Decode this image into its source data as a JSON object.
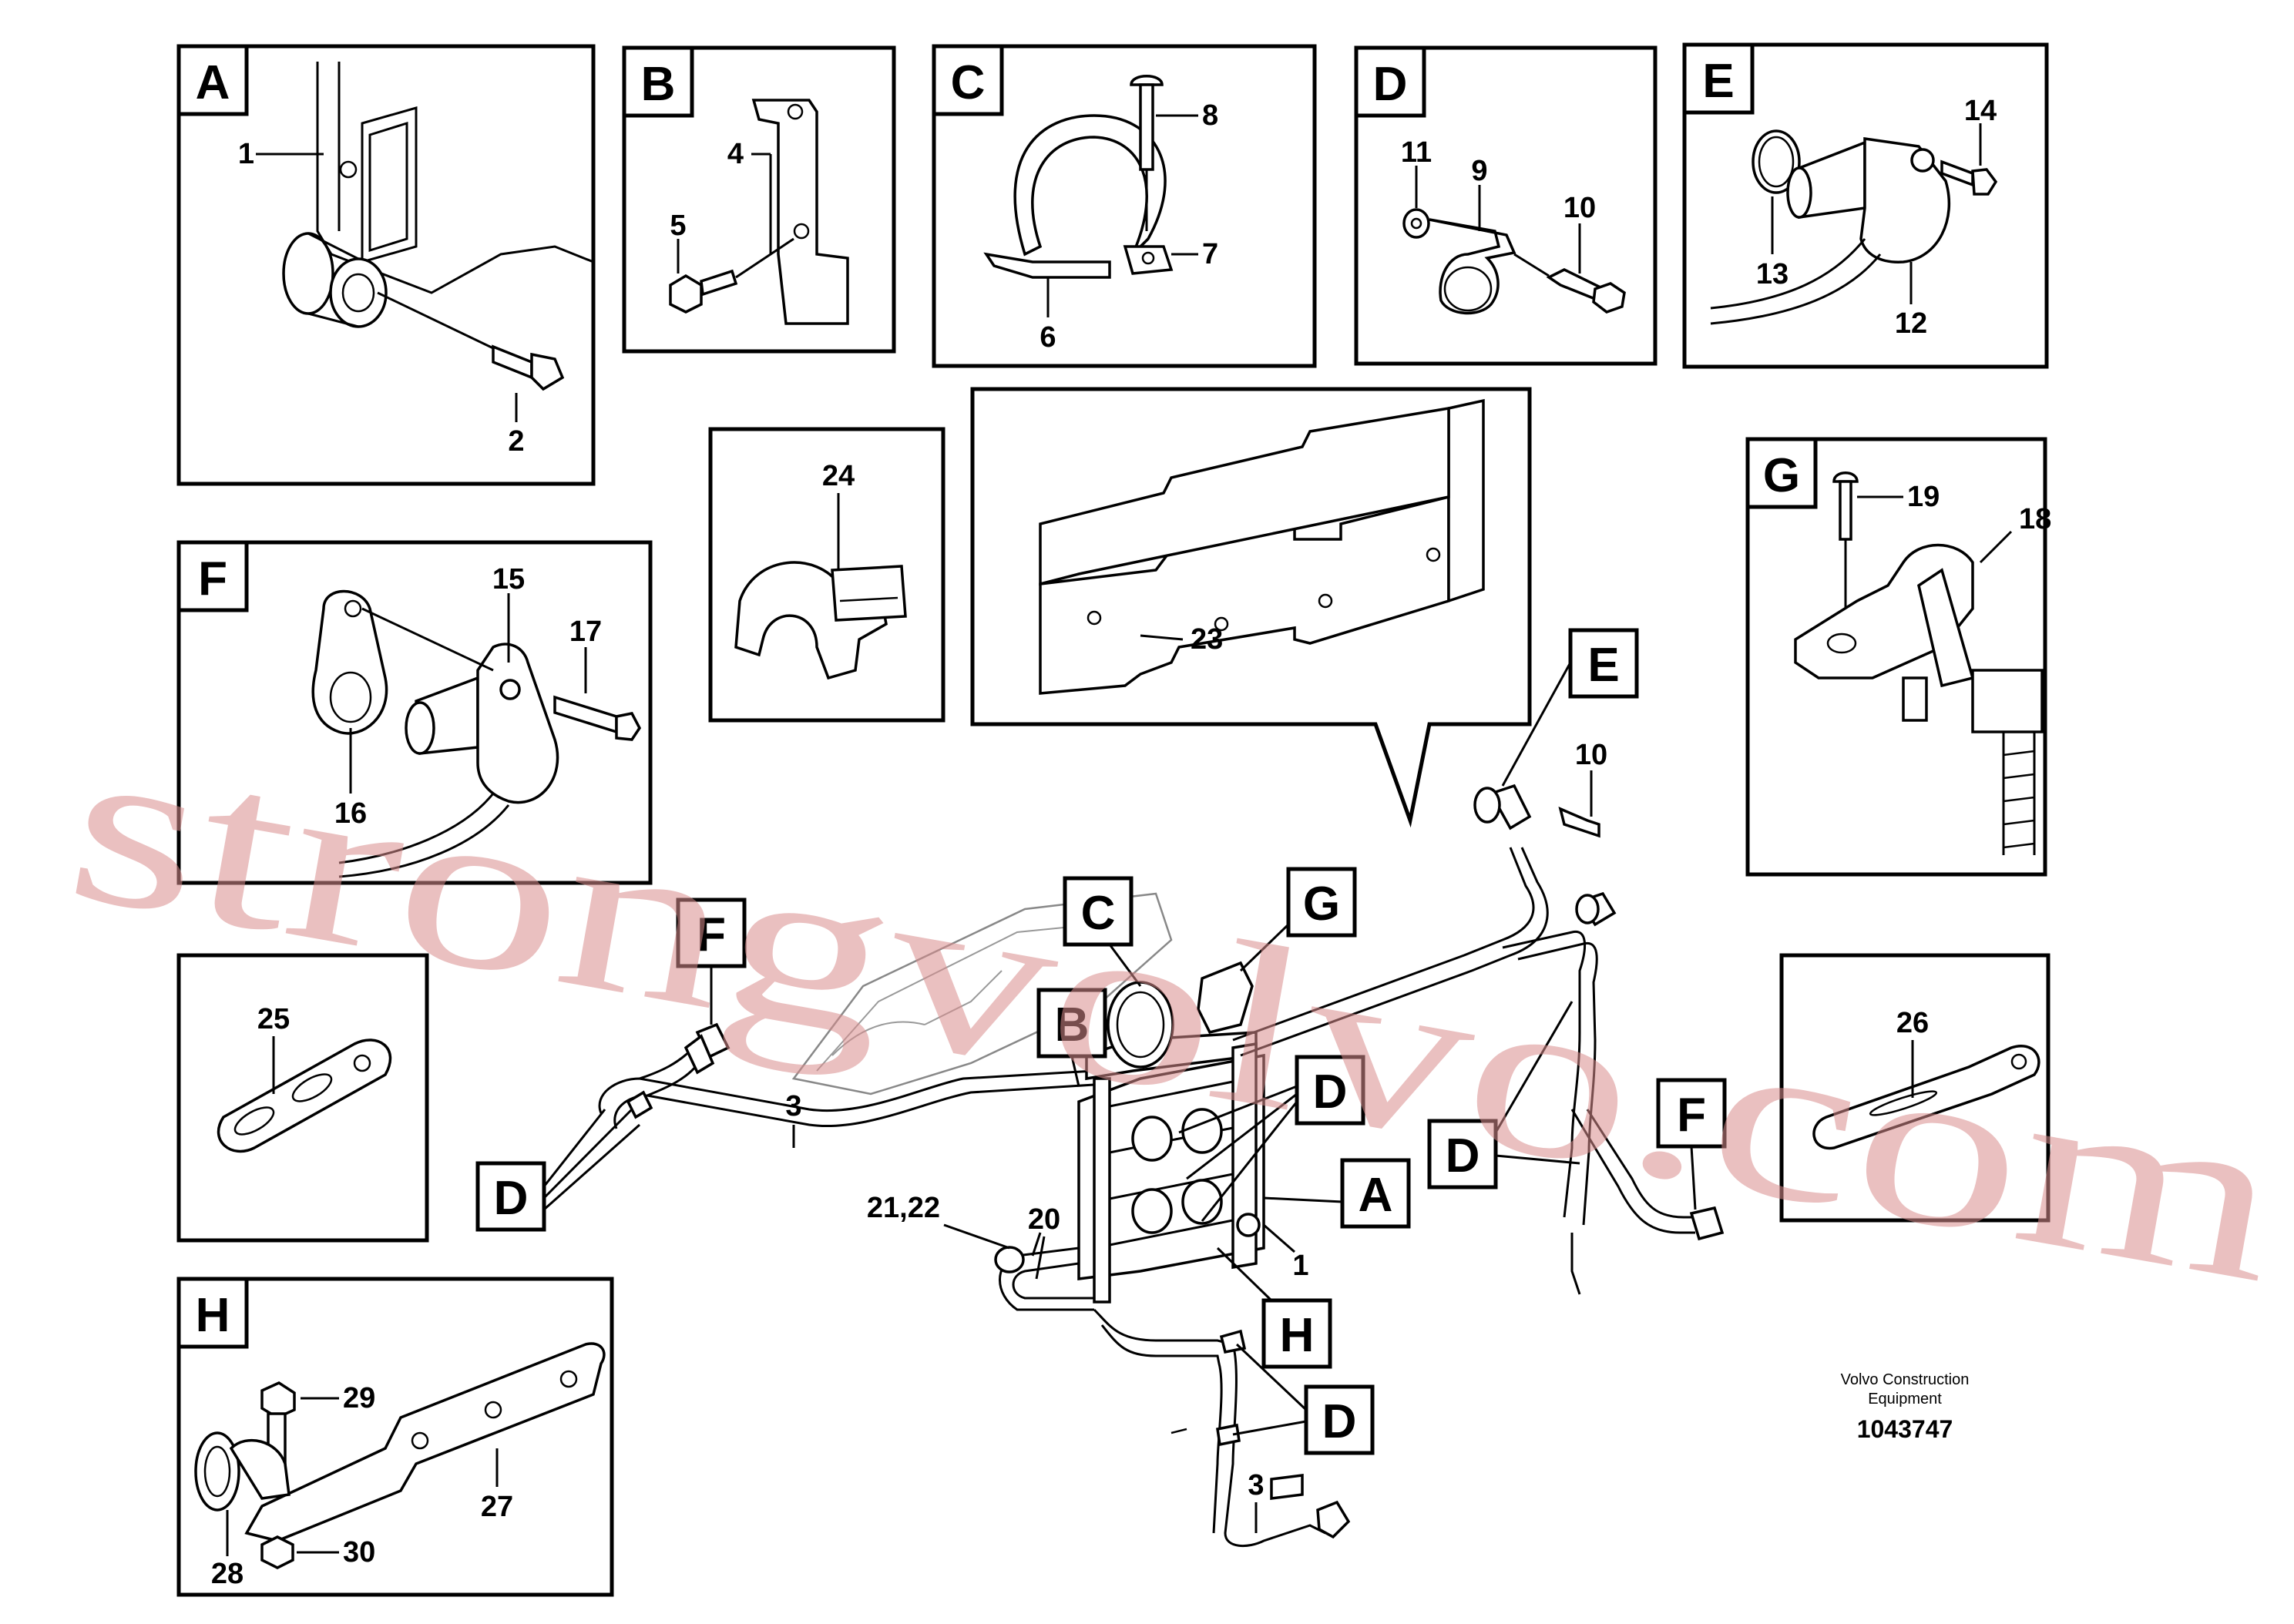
{
  "panels": {
    "A": {
      "letter": "A",
      "labels": {
        "p1": "1",
        "p2": "2"
      }
    },
    "B": {
      "letter": "B",
      "labels": {
        "p4": "4",
        "p5": "5"
      }
    },
    "C": {
      "letter": "C",
      "labels": {
        "p8": "8",
        "p7": "7",
        "p6": "6"
      }
    },
    "D": {
      "letter": "D",
      "labels": {
        "p11": "11",
        "p9": "9",
        "p10": "10"
      }
    },
    "E": {
      "letter": "E",
      "labels": {
        "p14": "14",
        "p13": "13",
        "p12": "12"
      }
    },
    "F": {
      "letter": "F",
      "labels": {
        "p15": "15",
        "p17": "17",
        "p16": "16"
      }
    },
    "G": {
      "letter": "G",
      "labels": {
        "p19": "19",
        "p18": "18"
      }
    },
    "H": {
      "letter": "H",
      "labels": {
        "p29": "29",
        "p27": "27",
        "p28": "28",
        "p30": "30"
      }
    },
    "p24": {
      "label": "24"
    },
    "p23": {
      "label": "23"
    },
    "p25": {
      "label": "25"
    },
    "p26": {
      "label": "26"
    }
  },
  "main": {
    "tags": {
      "E": "E",
      "C": "C",
      "G": "G",
      "F_left": "F",
      "B": "B",
      "D_center": "D",
      "D_right": "D",
      "F_right": "F",
      "D_left": "D",
      "A": "A",
      "H": "H",
      "D_bottom": "D"
    },
    "labels": {
      "p10": "10",
      "p3_left": "3",
      "p21_22": "21,22",
      "p20": "20",
      "p1": "1",
      "p3_bottom": "3"
    }
  },
  "footer": {
    "line1": "Volvo Construction",
    "line2": "Equipment",
    "drawing_number": "1043747"
  },
  "watermark": {
    "text": "strongvolvo.com"
  }
}
